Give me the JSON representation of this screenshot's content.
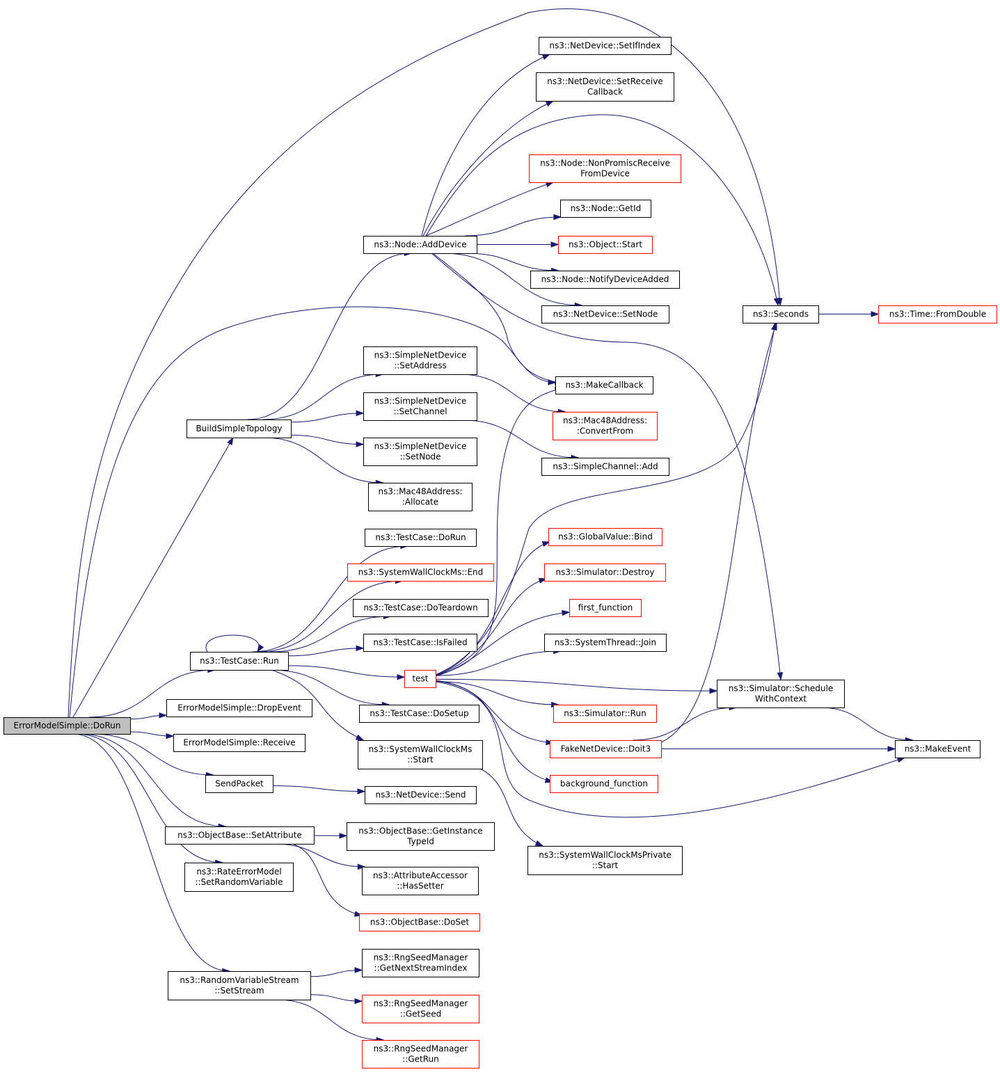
{
  "colors": {
    "edge": "#191970",
    "root_fill": "#bfbfbf",
    "node_fill": "#ffffff",
    "border_documented": "#000000",
    "border_truncated": "#ff0000"
  },
  "nodes": {
    "root": {
      "lines": [
        "ErrorModelSimple::DoRun"
      ],
      "kind": "root"
    },
    "buildTopo": {
      "lines": [
        "BuildSimpleTopology"
      ],
      "kind": "normal"
    },
    "addDevice": {
      "lines": [
        "ns3::Node::AddDevice"
      ],
      "kind": "normal"
    },
    "setIfIndex": {
      "lines": [
        "ns3::NetDevice::SetIfIndex"
      ],
      "kind": "normal"
    },
    "setRecvCb": {
      "lines": [
        "ns3::NetDevice::SetReceive",
        "Callback"
      ],
      "kind": "normal"
    },
    "nonPromisc": {
      "lines": [
        "ns3::Node::NonPromiscReceive",
        "FromDevice"
      ],
      "kind": "truncated"
    },
    "getId": {
      "lines": [
        "ns3::Node::GetId"
      ],
      "kind": "normal"
    },
    "objStart": {
      "lines": [
        "ns3::Object::Start"
      ],
      "kind": "truncated"
    },
    "notifyAdded": {
      "lines": [
        "ns3::Node::NotifyDeviceAdded"
      ],
      "kind": "normal"
    },
    "setNode": {
      "lines": [
        "ns3::NetDevice::SetNode"
      ],
      "kind": "normal"
    },
    "seconds": {
      "lines": [
        "ns3::Seconds"
      ],
      "kind": "normal"
    },
    "fromDouble": {
      "lines": [
        "ns3::Time::FromDouble"
      ],
      "kind": "truncated"
    },
    "snSetAddr": {
      "lines": [
        "ns3::SimpleNetDevice",
        "::SetAddress"
      ],
      "kind": "normal"
    },
    "makeCb": {
      "lines": [
        "ns3::MakeCallback"
      ],
      "kind": "normal"
    },
    "snSetChan": {
      "lines": [
        "ns3::SimpleNetDevice",
        "::SetChannel"
      ],
      "kind": "normal"
    },
    "macConv": {
      "lines": [
        "ns3::Mac48Address:",
        ":ConvertFrom"
      ],
      "kind": "truncated"
    },
    "snSetNode": {
      "lines": [
        "ns3::SimpleNetDevice",
        "::SetNode"
      ],
      "kind": "normal"
    },
    "chanAdd": {
      "lines": [
        "ns3::SimpleChannel::Add"
      ],
      "kind": "normal"
    },
    "macAlloc": {
      "lines": [
        "ns3::Mac48Address:",
        ":Allocate"
      ],
      "kind": "normal"
    },
    "tcDoRun": {
      "lines": [
        "ns3::TestCase::DoRun"
      ],
      "kind": "normal"
    },
    "gvBind": {
      "lines": [
        "ns3::GlobalValue::Bind"
      ],
      "kind": "truncated"
    },
    "swcEnd": {
      "lines": [
        "ns3::SystemWallClockMs::End"
      ],
      "kind": "truncated"
    },
    "simDestroy": {
      "lines": [
        "ns3::Simulator::Destroy"
      ],
      "kind": "truncated"
    },
    "tcTeardown": {
      "lines": [
        "ns3::TestCase::DoTeardown"
      ],
      "kind": "normal"
    },
    "firstFn": {
      "lines": [
        "first_function"
      ],
      "kind": "truncated"
    },
    "tcFailed": {
      "lines": [
        "ns3::TestCase::IsFailed"
      ],
      "kind": "normal"
    },
    "sysJoin": {
      "lines": [
        "ns3::SystemThread::Join"
      ],
      "kind": "normal"
    },
    "tcRun": {
      "lines": [
        "ns3::TestCase::Run"
      ],
      "kind": "normal"
    },
    "test": {
      "lines": [
        "test"
      ],
      "kind": "truncated"
    },
    "schedCtx": {
      "lines": [
        "ns3::Simulator::Schedule",
        "WithContext"
      ],
      "kind": "normal"
    },
    "dropEvent": {
      "lines": [
        "ErrorModelSimple::DropEvent"
      ],
      "kind": "normal"
    },
    "tcSetup": {
      "lines": [
        "ns3::TestCase::DoSetup"
      ],
      "kind": "normal"
    },
    "simRun": {
      "lines": [
        "ns3::Simulator::Run"
      ],
      "kind": "truncated"
    },
    "receive": {
      "lines": [
        "ErrorModelSimple::Receive"
      ],
      "kind": "normal"
    },
    "fakeDoit": {
      "lines": [
        "FakeNetDevice::Doit3"
      ],
      "kind": "truncated"
    },
    "makeEvent": {
      "lines": [
        "ns3::MakeEvent"
      ],
      "kind": "normal"
    },
    "swcStart": {
      "lines": [
        "ns3::SystemWallClockMs",
        "::Start"
      ],
      "kind": "normal"
    },
    "sendPacket": {
      "lines": [
        "SendPacket"
      ],
      "kind": "normal"
    },
    "ndSend": {
      "lines": [
        "ns3::NetDevice::Send"
      ],
      "kind": "normal"
    },
    "bgFn": {
      "lines": [
        "background_function"
      ],
      "kind": "truncated"
    },
    "setAttr": {
      "lines": [
        "ns3::ObjectBase::SetAttribute"
      ],
      "kind": "normal"
    },
    "getInstTid": {
      "lines": [
        "ns3::ObjectBase::GetInstance",
        "TypeId"
      ],
      "kind": "normal"
    },
    "swcpStart": {
      "lines": [
        "ns3::SystemWallClockMsPrivate",
        "::Start"
      ],
      "kind": "normal"
    },
    "rateErr": {
      "lines": [
        "ns3::RateErrorModel",
        "::SetRandomVariable"
      ],
      "kind": "normal"
    },
    "hasSetter": {
      "lines": [
        "ns3::AttributeAccessor",
        "::HasSetter"
      ],
      "kind": "normal"
    },
    "doSet": {
      "lines": [
        "ns3::ObjectBase::DoSet"
      ],
      "kind": "truncated"
    },
    "rvsSetStream": {
      "lines": [
        "ns3::RandomVariableStream",
        "::SetStream"
      ],
      "kind": "normal"
    },
    "rngNextStream": {
      "lines": [
        "ns3::RngSeedManager",
        "::GetNextStreamIndex"
      ],
      "kind": "normal"
    },
    "rngSeed": {
      "lines": [
        "ns3::RngSeedManager",
        "::GetSeed"
      ],
      "kind": "truncated"
    },
    "rngRun": {
      "lines": [
        "ns3::RngSeedManager",
        "::GetRun"
      ],
      "kind": "truncated"
    }
  },
  "edges": [
    [
      "root",
      "buildTopo"
    ],
    [
      "root",
      "seconds"
    ],
    [
      "root",
      "makeCb"
    ],
    [
      "root",
      "tcRun"
    ],
    [
      "root",
      "dropEvent"
    ],
    [
      "root",
      "receive"
    ],
    [
      "root",
      "sendPacket"
    ],
    [
      "root",
      "setAttr"
    ],
    [
      "root",
      "rateErr"
    ],
    [
      "root",
      "rvsSetStream"
    ],
    [
      "buildTopo",
      "addDevice"
    ],
    [
      "buildTopo",
      "snSetAddr"
    ],
    [
      "buildTopo",
      "snSetChan"
    ],
    [
      "buildTopo",
      "snSetNode"
    ],
    [
      "buildTopo",
      "macAlloc"
    ],
    [
      "addDevice",
      "setIfIndex"
    ],
    [
      "addDevice",
      "setRecvCb"
    ],
    [
      "addDevice",
      "seconds"
    ],
    [
      "addDevice",
      "nonPromisc"
    ],
    [
      "addDevice",
      "getId"
    ],
    [
      "addDevice",
      "objStart"
    ],
    [
      "addDevice",
      "notifyAdded"
    ],
    [
      "addDevice",
      "setNode"
    ],
    [
      "addDevice",
      "makeCb"
    ],
    [
      "addDevice",
      "schedCtx"
    ],
    [
      "seconds",
      "fromDouble"
    ],
    [
      "snSetAddr",
      "macConv"
    ],
    [
      "snSetChan",
      "chanAdd"
    ],
    [
      "tcRun",
      "tcDoRun"
    ],
    [
      "tcRun",
      "swcEnd"
    ],
    [
      "tcRun",
      "tcTeardown"
    ],
    [
      "tcRun",
      "tcFailed"
    ],
    [
      "tcRun",
      "test"
    ],
    [
      "tcRun",
      "tcSetup"
    ],
    [
      "tcRun",
      "swcStart"
    ],
    [
      "tcRun",
      "tcRun"
    ],
    [
      "test",
      "makeCb"
    ],
    [
      "test",
      "seconds"
    ],
    [
      "test",
      "gvBind"
    ],
    [
      "test",
      "simDestroy"
    ],
    [
      "test",
      "firstFn"
    ],
    [
      "test",
      "sysJoin"
    ],
    [
      "test",
      "schedCtx"
    ],
    [
      "test",
      "simRun"
    ],
    [
      "test",
      "fakeDoit"
    ],
    [
      "test",
      "bgFn"
    ],
    [
      "test",
      "makeEvent"
    ],
    [
      "schedCtx",
      "makeEvent"
    ],
    [
      "fakeDoit",
      "schedCtx"
    ],
    [
      "fakeDoit",
      "seconds"
    ],
    [
      "fakeDoit",
      "makeEvent"
    ],
    [
      "swcStart",
      "swcpStart"
    ],
    [
      "sendPacket",
      "ndSend"
    ],
    [
      "setAttr",
      "getInstTid"
    ],
    [
      "setAttr",
      "hasSetter"
    ],
    [
      "setAttr",
      "doSet"
    ],
    [
      "rvsSetStream",
      "rngNextStream"
    ],
    [
      "rvsSetStream",
      "rngSeed"
    ],
    [
      "rvsSetStream",
      "rngRun"
    ]
  ]
}
